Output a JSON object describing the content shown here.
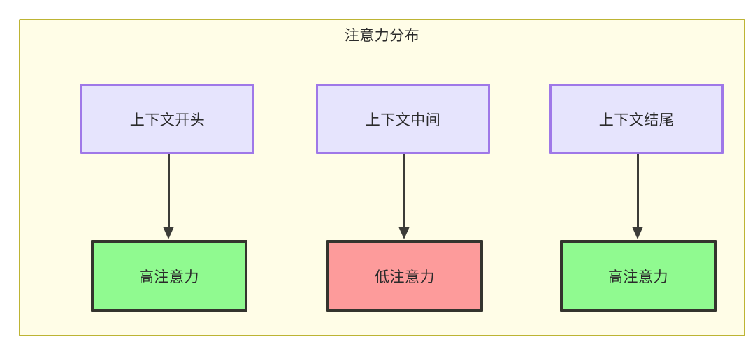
{
  "diagram": {
    "title": "注意力分布",
    "colors": {
      "container_bg": "#fffde7",
      "container_border": "#bdb434",
      "context_fill": "#e6e4fd",
      "context_border": "#9f78e8",
      "high_attention_fill": "#90fa90",
      "low_attention_fill": "#fd9b9b",
      "result_border": "#34342e",
      "edge": "#3c3c38",
      "text": "#2b2b2b"
    },
    "context_nodes": [
      {
        "id": "ctx-start",
        "label": "上下文开头"
      },
      {
        "id": "ctx-middle",
        "label": "上下文中间"
      },
      {
        "id": "ctx-end",
        "label": "上下文结尾"
      }
    ],
    "result_nodes": [
      {
        "id": "res-start",
        "label": "高注意力",
        "level": "high"
      },
      {
        "id": "res-middle",
        "label": "低注意力",
        "level": "low"
      },
      {
        "id": "res-end",
        "label": "高注意力",
        "level": "high"
      }
    ],
    "edges": [
      {
        "from": "上下文开头",
        "to": "高注意力"
      },
      {
        "from": "上下文中间",
        "to": "低注意力"
      },
      {
        "from": "上下文结尾",
        "to": "高注意力"
      }
    ]
  }
}
